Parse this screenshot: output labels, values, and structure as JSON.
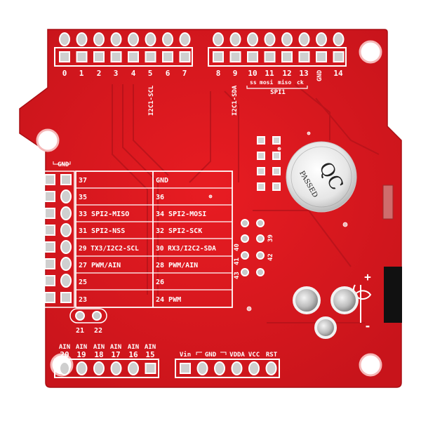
{
  "board": {
    "top_pin_labels_left": [
      "0",
      "1",
      "2",
      "3",
      "4",
      "5",
      "6",
      "7"
    ],
    "top_pin_labels_right": [
      "8",
      "9",
      "10",
      "11",
      "12",
      "13",
      "GND",
      "14"
    ],
    "spi_sub_labels": [
      "ss",
      "mosi",
      "miso",
      "ck"
    ],
    "spi1_label": "SPI1",
    "i2c1_scl": "I2C1-SCL",
    "i2c1_sda": "I2C1-SDA",
    "side_header_gnd": "GND",
    "side_row_numbers": [
      "37",
      "35",
      "33",
      "31",
      "29",
      "27",
      "25",
      "23"
    ],
    "table_left": [
      "37",
      "35",
      "33 SPI2-MISO",
      "31 SPI2-NSS",
      "29 TX3/I2C2-SCL",
      "27 PWM/AIN",
      "25",
      "23"
    ],
    "table_right": [
      "GND",
      "36",
      "34 SPI2-MOSI",
      "32 SPI2-SCK",
      "30 RX3/I2C2-SDA",
      "28 PWM/AIN",
      "26",
      "24 PWM"
    ],
    "pads_21_22": [
      "21",
      "22"
    ],
    "right_pad_labels": [
      "39",
      "41",
      "42",
      "40",
      "43"
    ],
    "qc_text": "QC",
    "qc_sub": "PASSED",
    "ain_label": "AIN",
    "ain_numbers": [
      "20",
      "19",
      "18",
      "17",
      "16",
      "15"
    ],
    "power_labels": [
      "Vin",
      "GND",
      "VDDA",
      "VCC",
      "RST"
    ],
    "plus_label": "+",
    "minus_label": "-"
  }
}
